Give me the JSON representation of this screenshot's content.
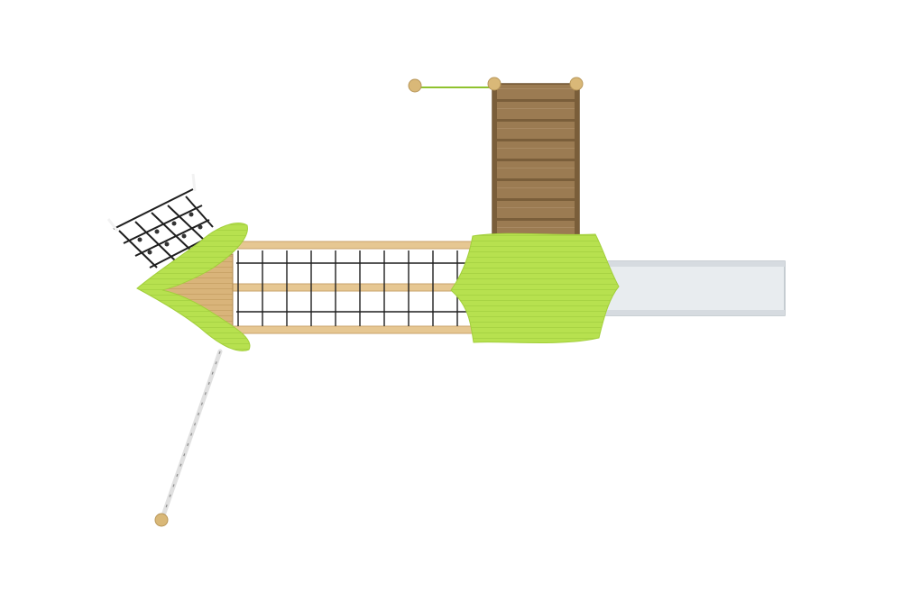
{
  "scene": {
    "kind": "playground-structure-top-view",
    "background_color": "#ffffff",
    "colors": {
      "wood_light": "#e6c792",
      "wood_mid": "#c9a36b",
      "wood_dark": "#8a6a3c",
      "wood_stair": "#9b7b52",
      "canopy_green": "#b7e14f",
      "canopy_green_dark": "#8fc22e",
      "slide_grey": "#e8ecef",
      "slide_edge": "#b9c0c6",
      "net_black": "#1e1e1e",
      "rope_white": "#f2f2f2",
      "post_cap": "#d9b878"
    },
    "components": [
      {
        "name": "stair-ramp",
        "material": "wood"
      },
      {
        "name": "handrail-rope",
        "material": "rope"
      },
      {
        "name": "roof-platform-canopy",
        "material": "panel"
      },
      {
        "name": "bridge-net",
        "material": "net"
      },
      {
        "name": "front-canopy",
        "material": "panel"
      },
      {
        "name": "climbing-net",
        "material": "net"
      },
      {
        "name": "slide",
        "material": "steel"
      },
      {
        "name": "rope-ladder",
        "material": "rope"
      }
    ]
  }
}
